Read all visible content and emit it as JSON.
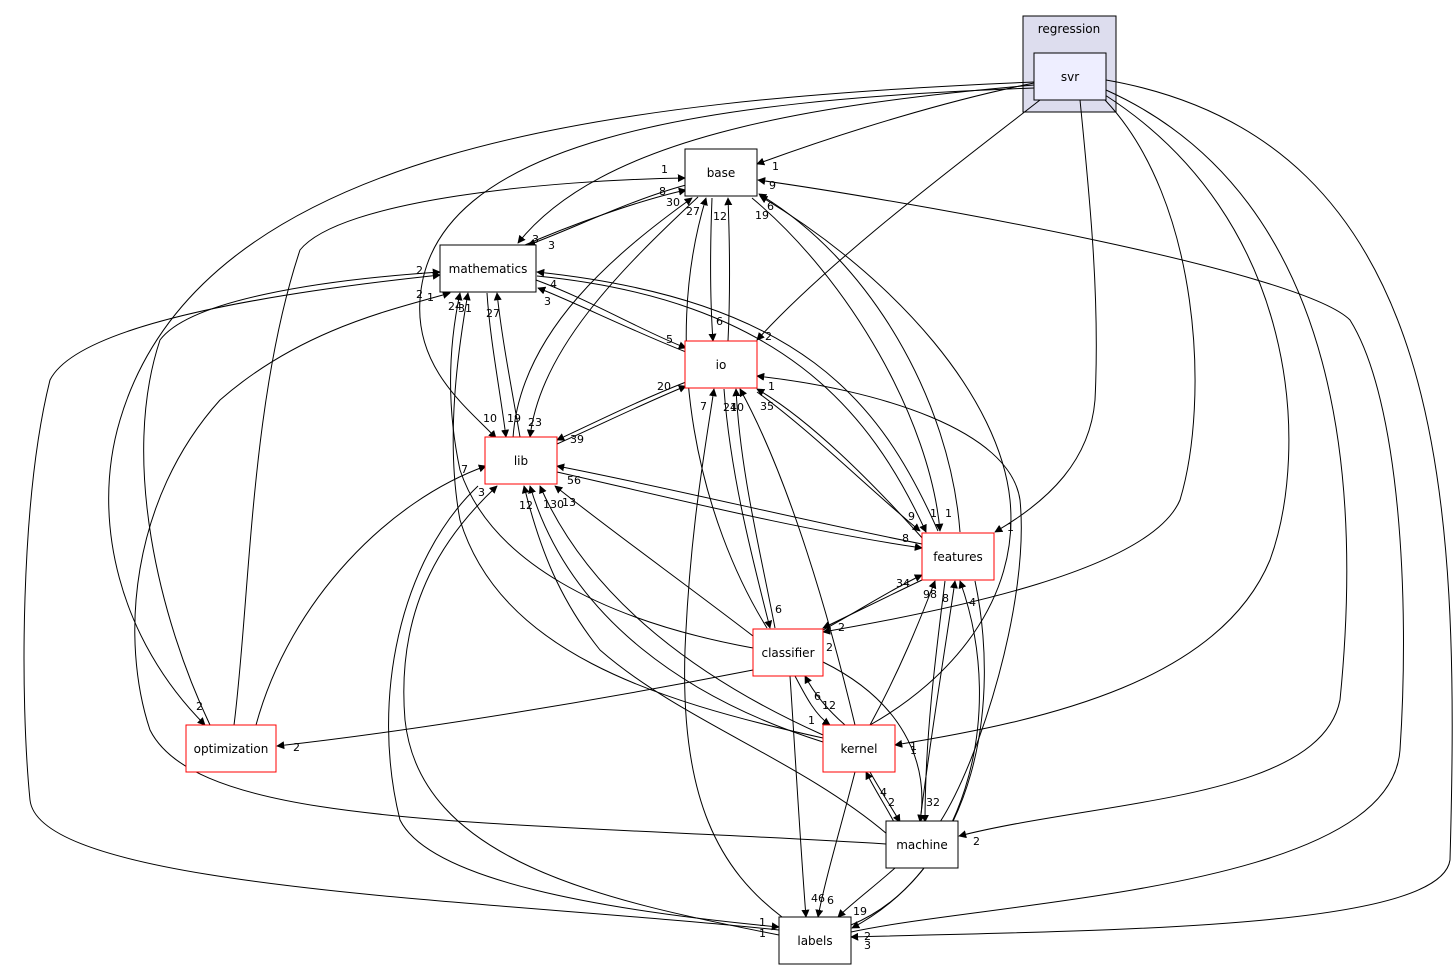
{
  "colors": {
    "cluster_fill": "#DDDDEE",
    "cluster_stroke": "#000000",
    "focus_fill": "#EEEEFF",
    "plain_stroke": "#000000",
    "red_stroke": "#FF0000",
    "edge": "#000000"
  },
  "cluster": {
    "label": "regression"
  },
  "nodes": {
    "svr": {
      "label": "svr"
    },
    "base": {
      "label": "base"
    },
    "mathematics": {
      "label": "mathematics"
    },
    "io": {
      "label": "io"
    },
    "lib": {
      "label": "lib"
    },
    "features": {
      "label": "features"
    },
    "classifier": {
      "label": "classifier"
    },
    "optimization": {
      "label": "optimization"
    },
    "kernel": {
      "label": "kernel"
    },
    "machine": {
      "label": "machine"
    },
    "labels": {
      "label": "labels"
    }
  },
  "edge_labels": {
    "svr_base": "1",
    "svr_mathematics": "3",
    "svr_io": "2",
    "svr_lib": "10",
    "svr_features": "1",
    "svr_optimization": "2",
    "svr_kernel": "1",
    "svr_machine": "2",
    "svr_labels": "3",
    "svr_classifier": "2",
    "mathematics_base": "8",
    "optimization_base": "1",
    "base_mathematics": "3",
    "lib_base": "30",
    "base_lib": "23",
    "io_base": "12",
    "base_io": "6",
    "features_base": "19",
    "base_features": "1",
    "classifier_base": "27",
    "kernel_base": "6",
    "labels_base": "9",
    "lib_mathematics": "27",
    "mathematics_lib": "19",
    "io_mathematics": "3",
    "mathematics_io": "5",
    "features_mathematics": "4",
    "mathematics_features": "1",
    "optimization_mathematics": "2",
    "labels_mathematics": "2",
    "classifier_mathematics": "24",
    "kernel_mathematics": "31",
    "machine_mathematics": "1",
    "io_lib": "39",
    "lib_io": "20",
    "features_io": "1",
    "io_features": "9",
    "classifier_io": "24",
    "io_classifier": "6",
    "kernel_io": "10",
    "labels_io": "7",
    "machine_io": "35",
    "features_lib": "56",
    "lib_features": "8",
    "classifier_lib": "130",
    "kernel_lib": "13",
    "labels_lib": "12",
    "optimization_lib": "7",
    "machine_lib": "3",
    "classifier_features": "34",
    "kernel_features": "98",
    "machine_features": "8",
    "labels_features": "4",
    "features_classifier": "2",
    "classifier_optimization": "2",
    "classifier_kernel": "1",
    "kernel_classifier": "6",
    "machine_classifier": "12",
    "classifier_machine": "1",
    "kernel_machine": "2",
    "machine_kernel": "4",
    "features_machine": "32",
    "classifier_labels": "46",
    "kernel_labels": "6",
    "machine_labels": "19",
    "lib_labels": "1",
    "mathematics_labels": "1",
    "features_labels": "2"
  }
}
